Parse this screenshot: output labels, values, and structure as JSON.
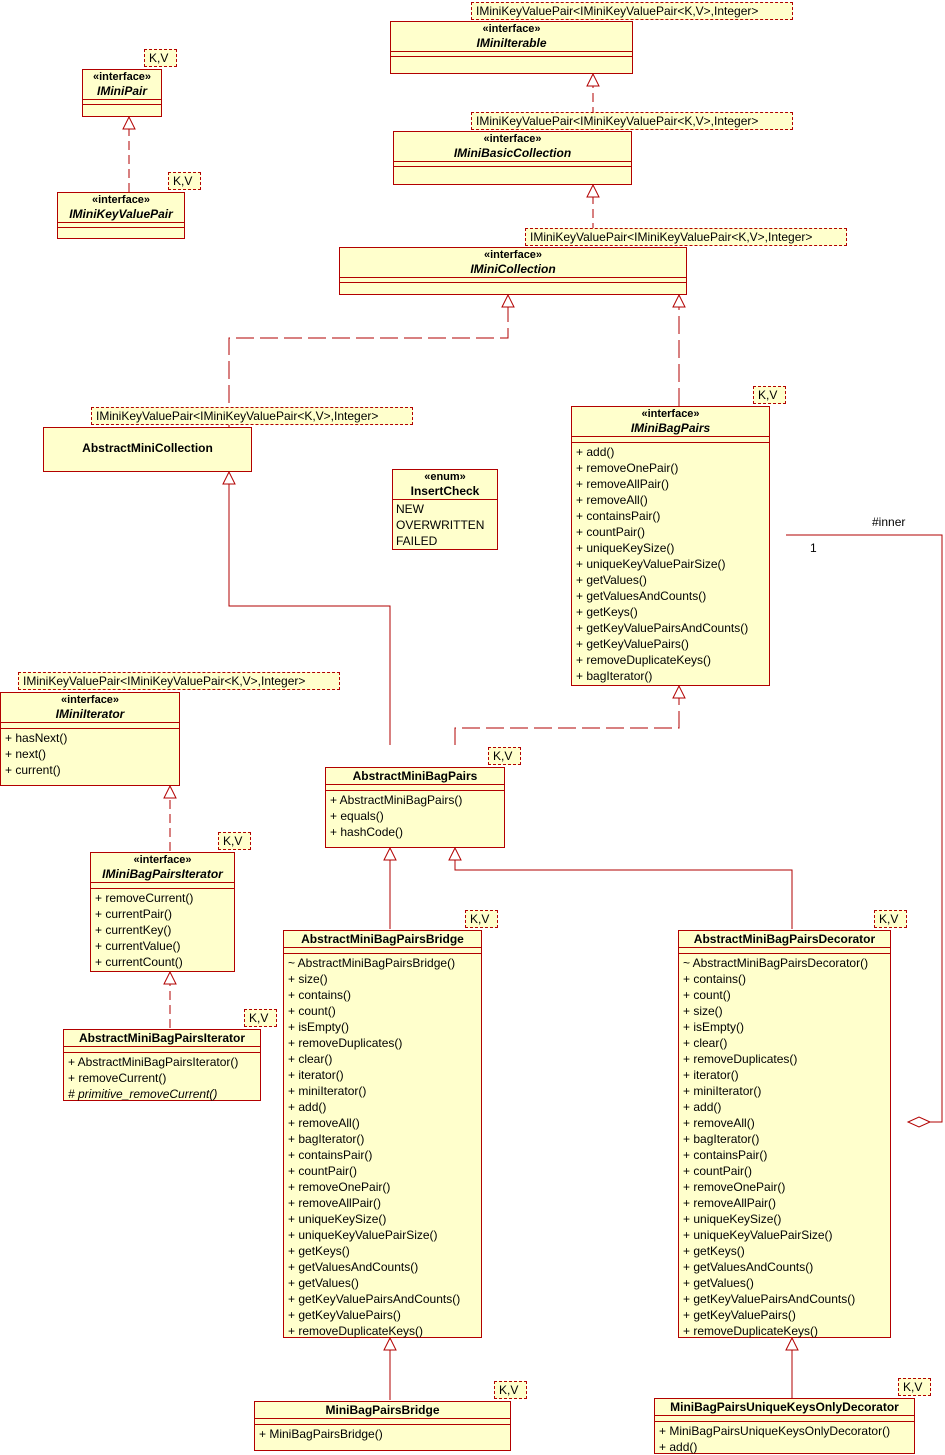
{
  "classes": {
    "imini_iterable": {
      "stereotype": "«interface»",
      "name": "IMiniIterable",
      "type_param": "IMiniKeyValuePair<IMiniKeyValuePair<K,V>,Integer>"
    },
    "imini_pair": {
      "stereotype": "«interface»",
      "name": "IMiniPair",
      "type_param": "K,V"
    },
    "imini_key_value_pair": {
      "stereotype": "«interface»",
      "name": "IMiniKeyValuePair",
      "type_param": "K,V"
    },
    "imini_basic_collection": {
      "stereotype": "«interface»",
      "name": "IMiniBasicCollection",
      "type_param": "IMiniKeyValuePair<IMiniKeyValuePair<K,V>,Integer>"
    },
    "imini_collection": {
      "stereotype": "«interface»",
      "name": "IMiniCollection",
      "type_param": "IMiniKeyValuePair<IMiniKeyValuePair<K,V>,Integer>"
    },
    "abstract_mini_collection": {
      "name": "AbstractMiniCollection",
      "type_param": "IMiniKeyValuePair<IMiniKeyValuePair<K,V>,Integer>"
    },
    "imini_bag_pairs": {
      "stereotype": "«interface»",
      "name": "IMiniBagPairs",
      "type_param": "K,V",
      "methods": [
        "+ add()",
        "+ removeOnePair()",
        "+ removeAllPair()",
        "+ removeAll()",
        "+ containsPair()",
        "+ countPair()",
        "+ uniqueKeySize()",
        "+ uniqueKeyValuePairSize()",
        "+ getValues()",
        "+ getValuesAndCounts()",
        "+ getKeys()",
        "+ getKeyValuePairsAndCounts()",
        "+ getKeyValuePairs()",
        "+ removeDuplicateKeys()",
        "+ bagIterator()"
      ]
    },
    "insert_check": {
      "stereotype": "«enum»",
      "name": "InsertCheck",
      "literals": [
        "NEW",
        "OVERWRITTEN",
        "FAILED"
      ]
    },
    "imini_iterator": {
      "stereotype": "«interface»",
      "name": "IMiniIterator",
      "type_param": "IMiniKeyValuePair<IMiniKeyValuePair<K,V>,Integer>",
      "methods": [
        "+ hasNext()",
        "+ next()",
        "+ current()"
      ]
    },
    "abstract_mini_bag_pairs": {
      "name": "AbstractMiniBagPairs",
      "type_param": "K,V",
      "methods": [
        "+ AbstractMiniBagPairs()",
        "+ equals()",
        "+ hashCode()"
      ]
    },
    "imini_bag_pairs_iterator": {
      "stereotype": "«interface»",
      "name": "IMiniBagPairsIterator",
      "type_param": "K,V",
      "methods": [
        "+ removeCurrent()",
        "+ currentPair()",
        "+ currentKey()",
        "+ currentValue()",
        "+ currentCount()"
      ]
    },
    "abstract_mini_bag_pairs_iterator": {
      "name": "AbstractMiniBagPairsIterator",
      "type_param": "K,V",
      "methods": [
        "+ AbstractMiniBagPairsIterator()",
        "+ removeCurrent()",
        "# primitive_removeCurrent()"
      ]
    },
    "abstract_mini_bag_pairs_bridge": {
      "name": "AbstractMiniBagPairsBridge",
      "type_param": "K,V",
      "methods": [
        "~ AbstractMiniBagPairsBridge()",
        "+ size()",
        "+ contains()",
        "+ count()",
        "+ isEmpty()",
        "+ removeDuplicates()",
        "+ clear()",
        "+ iterator()",
        "+ miniIterator()",
        "+ add()",
        "+ removeAll()",
        "+ bagIterator()",
        "+ containsPair()",
        "+ countPair()",
        "+ removeOnePair()",
        "+ removeAllPair()",
        "+ uniqueKeySize()",
        "+ uniqueKeyValuePairSize()",
        "+ getKeys()",
        "+ getValuesAndCounts()",
        "+ getValues()",
        "+ getKeyValuePairsAndCounts()",
        "+ getKeyValuePairs()",
        "+ removeDuplicateKeys()"
      ]
    },
    "abstract_mini_bag_pairs_decorator": {
      "name": "AbstractMiniBagPairsDecorator",
      "type_param": "K,V",
      "methods": [
        "~ AbstractMiniBagPairsDecorator()",
        "+ contains()",
        "+ count()",
        "+ size()",
        "+ isEmpty()",
        "+ clear()",
        "+ removeDuplicates()",
        "+ iterator()",
        "+ miniIterator()",
        "+ add()",
        "+ removeAll()",
        "+ bagIterator()",
        "+ containsPair()",
        "+ countPair()",
        "+ removeOnePair()",
        "+ removeAllPair()",
        "+ uniqueKeySize()",
        "+ uniqueKeyValuePairSize()",
        "+ getKeys()",
        "+ getValuesAndCounts()",
        "+ getValues()",
        "+ getKeyValuePairsAndCounts()",
        "+ getKeyValuePairs()",
        "+ removeDuplicateKeys()"
      ]
    },
    "mini_bag_pairs_bridge": {
      "name": "MiniBagPairsBridge",
      "type_param": "K,V",
      "methods": [
        "+ MiniBagPairsBridge()"
      ]
    },
    "mini_bag_pairs_unique_keys_only_decorator": {
      "name": "MiniBagPairsUniqueKeysOnlyDecorator",
      "type_param": "K,V",
      "methods": [
        "+ MiniBagPairsUniqueKeysOnlyDecorator()",
        "+ add()"
      ]
    }
  },
  "association": {
    "role": "#inner",
    "multiplicity": "1"
  },
  "colors": {
    "line": "#b20000",
    "fill": "#ffffcc"
  }
}
